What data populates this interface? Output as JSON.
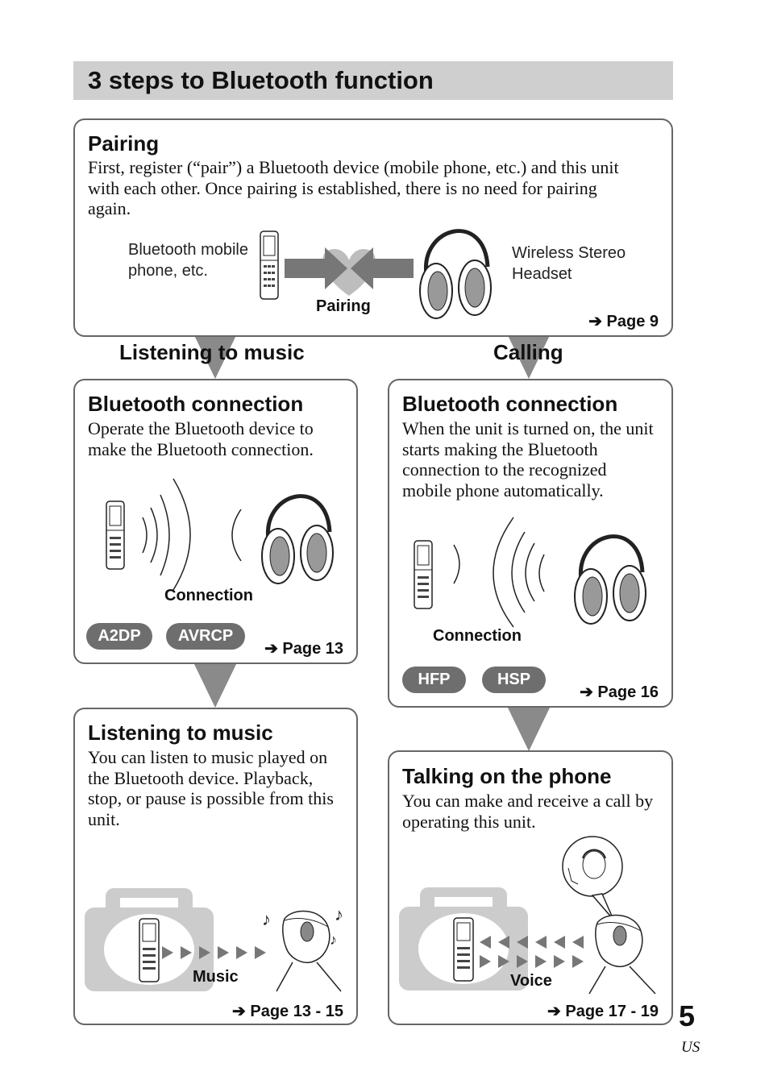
{
  "title": "3 steps to Bluetooth function",
  "pairing": {
    "heading": "Pairing",
    "body": "First, register (“pair”) a Bluetooth device (mobile phone, etc.) and this unit with each other. Once pairing is established, there is no need for pairing again.",
    "left_label": "Bluetooth mobile phone, etc.",
    "right_label": "Wireless Stereo Headset",
    "center_label": "Pairing",
    "page_ref": "Page 9"
  },
  "flows": {
    "music": "Listening to music",
    "calling": "Calling"
  },
  "music_connection": {
    "heading": "Bluetooth connection",
    "body": "Operate the Bluetooth device to make the Bluetooth connection.",
    "label": "Connection",
    "profiles": [
      "A2DP",
      "AVRCP"
    ],
    "page_ref": "Page 13"
  },
  "call_connection": {
    "heading": "Bluetooth connection",
    "body": "When the unit is turned on, the unit starts making the Bluetooth connection to the recognized mobile phone automatically.",
    "label": "Connection",
    "profiles": [
      "HFP",
      "HSP"
    ],
    "page_ref": "Page 16"
  },
  "listening": {
    "heading": "Listening to music",
    "body": "You can listen to music played on the Bluetooth device. Playback, stop, or pause is possible from this unit.",
    "label": "Music",
    "page_ref": "Page 13 - 15"
  },
  "talking": {
    "heading": "Talking on the phone",
    "body": "You can make and receive a call by operating this unit.",
    "label": "Voice",
    "page_ref": "Page 17 - 19"
  },
  "page_number": "5",
  "locale": "US",
  "colors": {
    "title_bar": "#cfcfcf",
    "box_border": "#666666",
    "arrow_gray": "#8a8a8a",
    "pill": "#6e6e6e",
    "stereo_gray": "#cccccc"
  }
}
